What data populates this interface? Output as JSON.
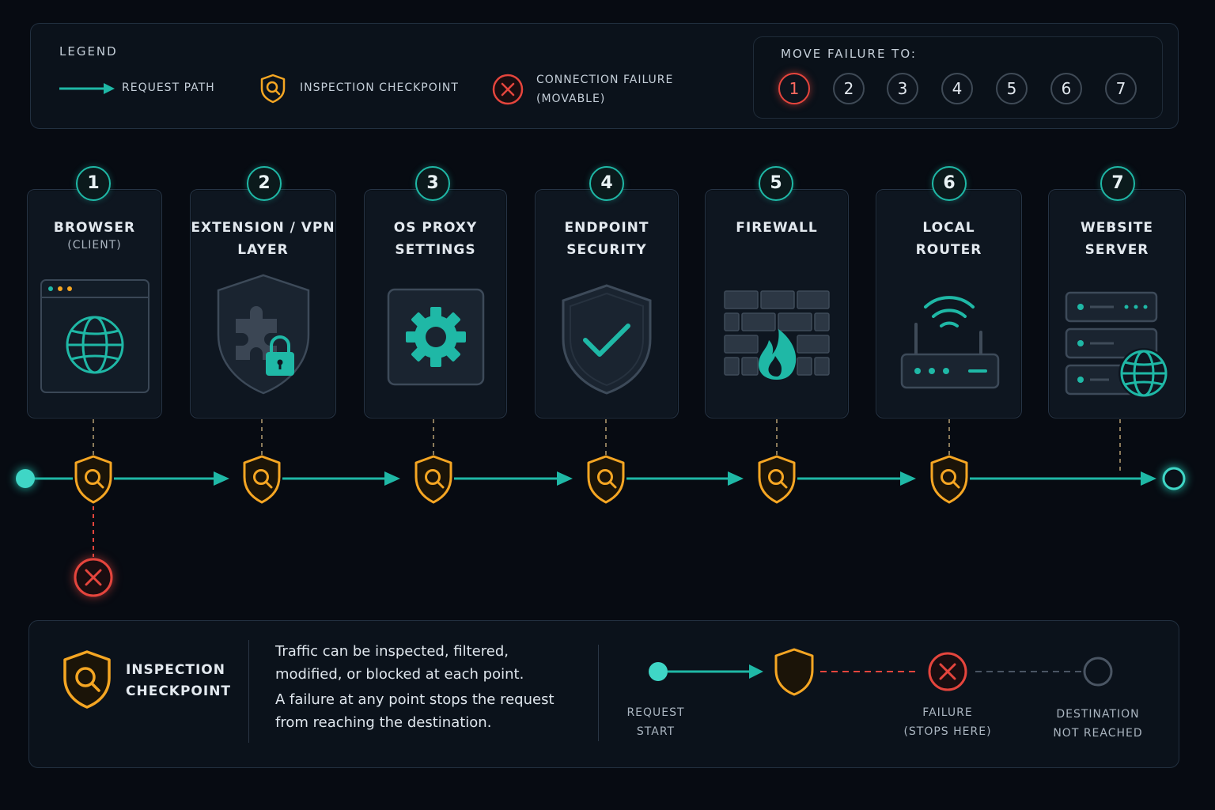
{
  "legend": {
    "title": "LEGEND",
    "request_path": "REQUEST PATH",
    "inspection_checkpoint": "INSPECTION CHECKPOINT",
    "connection_failure_line1": "CONNECTION FAILURE",
    "connection_failure_line2": "(MOVABLE)"
  },
  "move_failure": {
    "title": "MOVE FAILURE TO:",
    "options": [
      "1",
      "2",
      "3",
      "4",
      "5",
      "6",
      "7"
    ],
    "selected": "1"
  },
  "nodes": [
    {
      "number": "1",
      "title": "BROWSER",
      "subtitle": "(CLIENT)",
      "icon": "browser-globe-icon"
    },
    {
      "number": "2",
      "title_line1": "EXTENSION / VPN",
      "title_line2": "LAYER",
      "icon": "puzzle-lock-shield-icon"
    },
    {
      "number": "3",
      "title_line1": "OS PROXY",
      "title_line2": "SETTINGS",
      "icon": "gear-icon"
    },
    {
      "number": "4",
      "title_line1": "ENDPOINT",
      "title_line2": "SECURITY",
      "icon": "shield-check-icon"
    },
    {
      "number": "5",
      "title": "FIREWALL",
      "icon": "brick-wall-flame-icon"
    },
    {
      "number": "6",
      "title_line1": "LOCAL",
      "title_line2": "ROUTER",
      "icon": "wifi-router-icon"
    },
    {
      "number": "7",
      "title_line1": "WEBSITE",
      "title_line2": "SERVER",
      "icon": "server-globe-icon"
    }
  ],
  "info": {
    "heading_line1": "INSPECTION",
    "heading_line2": "CHECKPOINT",
    "text_line1": "Traffic can be inspected, filtered,",
    "text_line2": "modified, or blocked at each point.",
    "text_line3": "A failure at any point stops the request",
    "text_line4": "from reaching the destination.",
    "request_start_line1": "REQUEST",
    "request_start_line2": "START",
    "failure_line1": "FAILURE",
    "failure_line2": "(STOPS HERE)",
    "destination_line1": "DESTINATION",
    "destination_line2": "NOT REACHED"
  },
  "colors": {
    "path": "#1fb8a6",
    "checkpoint": "#f5a623",
    "failure": "#e5453d",
    "background": "#070b12"
  }
}
